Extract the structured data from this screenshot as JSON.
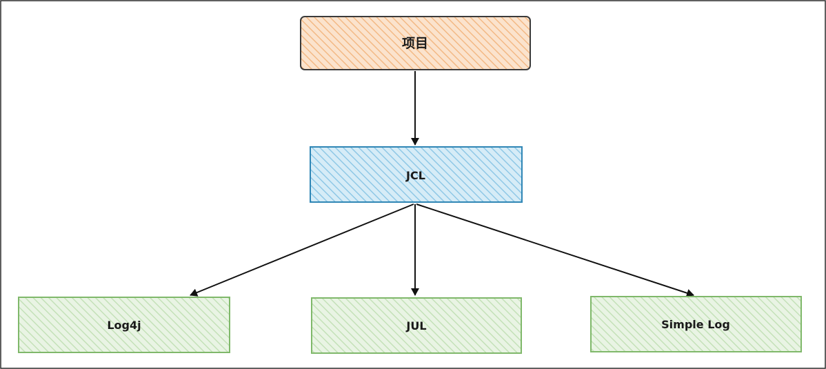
{
  "diagram": {
    "nodes": {
      "project": {
        "label": "项目",
        "fill": "#f6caa0",
        "stroke": "#3a3a3a"
      },
      "jcl": {
        "label": "JCL",
        "fill": "#a9d6ee",
        "stroke": "#2f86b5"
      },
      "log4j": {
        "label": "Log4j",
        "fill": "#cfe8c6",
        "stroke": "#7fb86a"
      },
      "jul": {
        "label": "JUL",
        "fill": "#cfe8c6",
        "stroke": "#7fb86a"
      },
      "simple_log": {
        "label": "Simple Log",
        "fill": "#cfe8c6",
        "stroke": "#7fb86a"
      }
    },
    "edges": [
      {
        "from": "项目",
        "to": "JCL"
      },
      {
        "from": "JCL",
        "to": "Log4j"
      },
      {
        "from": "JCL",
        "to": "JUL"
      },
      {
        "from": "JCL",
        "to": "Simple Log"
      }
    ],
    "edge_color": "#111111"
  }
}
